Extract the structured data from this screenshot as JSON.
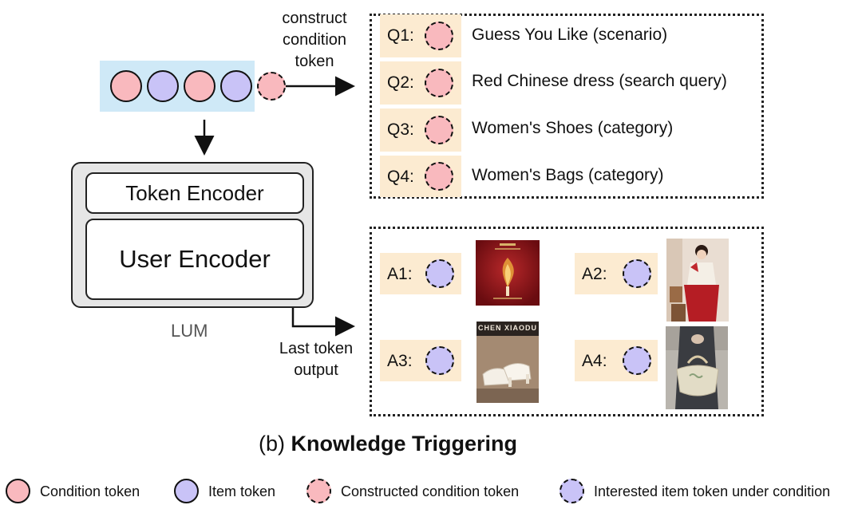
{
  "top_label": {
    "line1": "construct",
    "line2": "condition",
    "line3": "token"
  },
  "lum": {
    "token_encoder": "Token Encoder",
    "user_encoder": "User Encoder",
    "caption": "LUM"
  },
  "output_label": {
    "line1": "Last token",
    "line2": "output"
  },
  "queries": [
    {
      "id": "Q1",
      "sep": ":",
      "text": "Guess You Like (scenario)"
    },
    {
      "id": "Q2",
      "sep": ":",
      "text": "Red Chinese dress (search query)"
    },
    {
      "id": "Q3",
      "sep": ":",
      "text": "Women's Shoes (category)"
    },
    {
      "id": "Q4",
      "sep": ":",
      "text": "Women's Bags (category)"
    }
  ],
  "answers": [
    {
      "id": "A1",
      "sep": ":"
    },
    {
      "id": "A2",
      "sep": ":"
    },
    {
      "id": "A3",
      "sep": ":"
    },
    {
      "id": "A4",
      "sep": ":"
    }
  ],
  "thumb_text": {
    "shoe_brand": "CHEN XIAODU"
  },
  "caption": {
    "prefix": "(b) ",
    "bold": "Knowledge Triggering"
  },
  "legend": [
    {
      "label": "Condition token",
      "style": "condition"
    },
    {
      "label": "Item token",
      "style": "item"
    },
    {
      "label": "Constructed condition token",
      "style": "condition-dashed"
    },
    {
      "label": "Interested item token under condition",
      "style": "item-dashed"
    }
  ],
  "colors": {
    "condition": "#f9b9be",
    "item": "#c9c3f7",
    "strip": "#cfe9f7",
    "query_box": "#fcebd1",
    "lum_bg": "#e6e6e6"
  }
}
